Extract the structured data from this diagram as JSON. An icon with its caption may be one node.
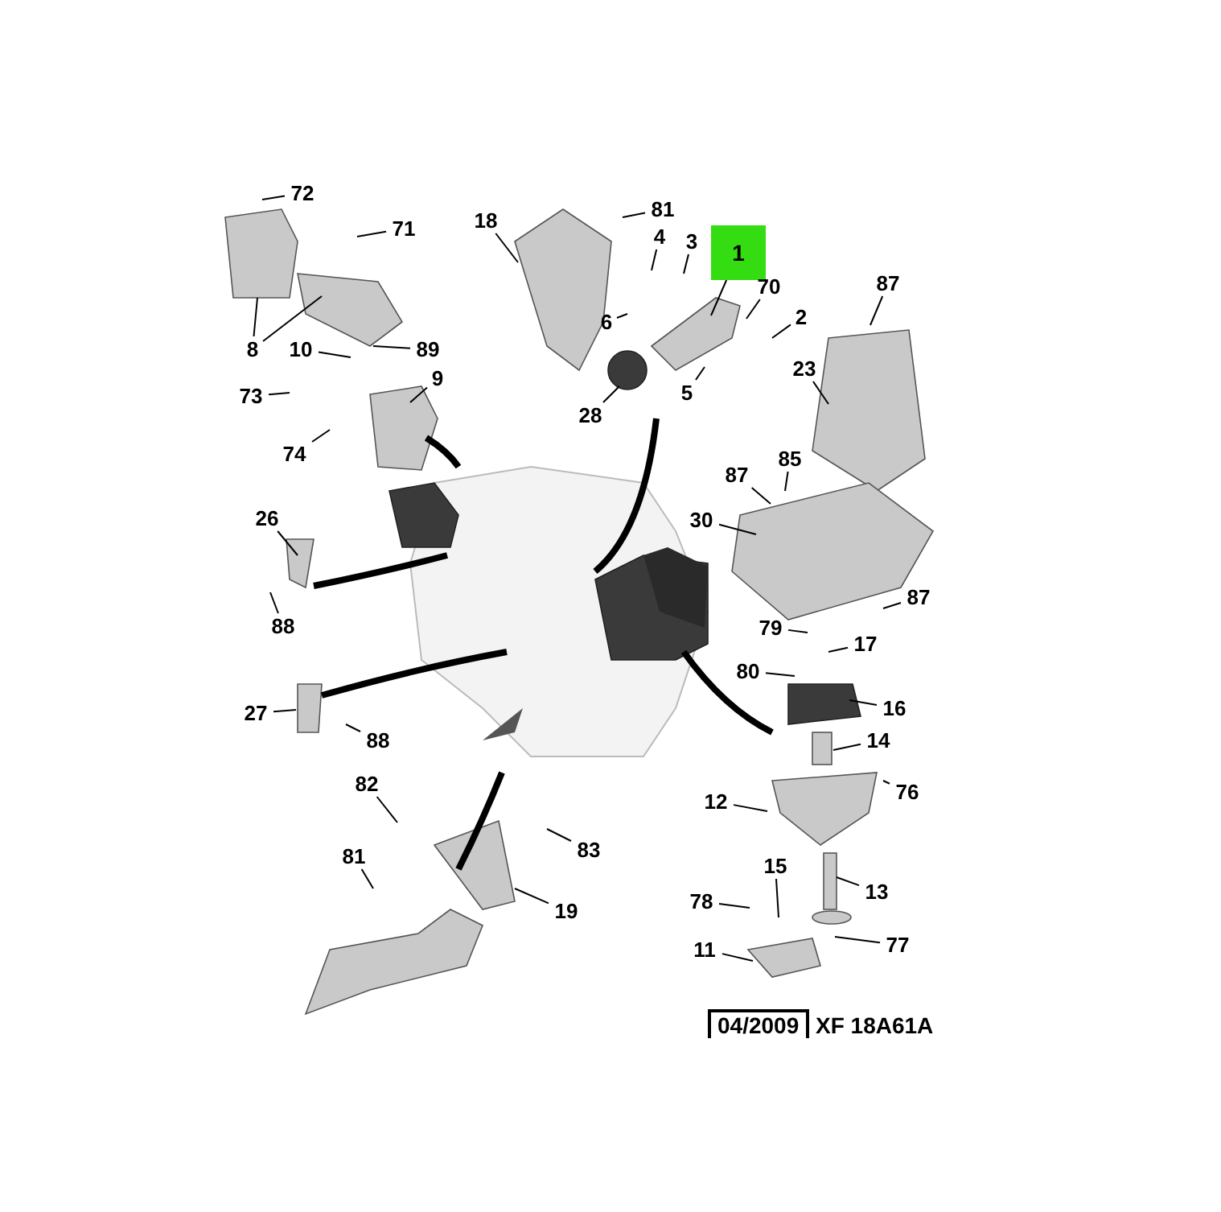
{
  "diagram": {
    "nodes": [
      {
        "text": [
          "72"
        ]
      },
      {
        "text": [
          "71"
        ]
      },
      {
        "text": [
          "8"
        ]
      },
      {
        "text": [
          "10"
        ]
      },
      {
        "text": [
          "89"
        ]
      },
      {
        "text": [
          "9"
        ]
      },
      {
        "text": [
          "73"
        ]
      },
      {
        "text": [
          "74"
        ]
      },
      {
        "text": [
          "18"
        ]
      },
      {
        "text": [
          "81"
        ]
      },
      {
        "text": [
          "4"
        ]
      },
      {
        "text": [
          "3"
        ]
      },
      {
        "text": [
          "1"
        ]
      },
      {
        "text": [
          "70"
        ]
      },
      {
        "text": [
          "2"
        ]
      },
      {
        "text": [
          "6"
        ]
      },
      {
        "text": [
          "5"
        ]
      },
      {
        "text": [
          "28"
        ]
      },
      {
        "text": [
          "23"
        ]
      },
      {
        "text": [
          "87"
        ]
      },
      {
        "text": [
          "87"
        ]
      },
      {
        "text": [
          "85"
        ]
      },
      {
        "text": [
          "30"
        ]
      },
      {
        "text": [
          "87"
        ]
      },
      {
        "text": [
          "79"
        ]
      },
      {
        "text": [
          "17"
        ]
      },
      {
        "text": [
          "80"
        ]
      },
      {
        "text": [
          "16"
        ]
      },
      {
        "text": [
          "14"
        ]
      },
      {
        "text": [
          "76"
        ]
      },
      {
        "text": [
          "12"
        ]
      },
      {
        "text": [
          "13"
        ]
      },
      {
        "text": [
          "15"
        ]
      },
      {
        "text": [
          "78"
        ]
      },
      {
        "text": [
          "77"
        ]
      },
      {
        "text": [
          "11"
        ]
      },
      {
        "text": [
          "26"
        ]
      },
      {
        "text": [
          "88"
        ]
      },
      {
        "text": [
          "27"
        ]
      },
      {
        "text": [
          "88"
        ]
      },
      {
        "text": [
          "82"
        ]
      },
      {
        "text": [
          "83"
        ]
      },
      {
        "text": [
          "81"
        ]
      },
      {
        "text": [
          "19"
        ]
      }
    ],
    "edges": [
      {
        "from": 0,
        "to": null,
        "arrow": "none"
      },
      {
        "from": 1,
        "to": null,
        "arrow": "none"
      },
      {
        "from": 2,
        "to": null,
        "arrow": "none"
      },
      {
        "from": 2,
        "to": null,
        "arrow": "none"
      },
      {
        "from": 3,
        "to": null,
        "arrow": "none"
      },
      {
        "from": 4,
        "to": null,
        "arrow": "none"
      },
      {
        "from": 5,
        "to": null,
        "arrow": "none"
      },
      {
        "from": 6,
        "to": null,
        "arrow": "none"
      },
      {
        "from": 7,
        "to": null,
        "arrow": "none"
      },
      {
        "from": 8,
        "to": null,
        "arrow": "none"
      },
      {
        "from": 9,
        "to": null,
        "arrow": "none"
      },
      {
        "from": 10,
        "to": null,
        "arrow": "none"
      },
      {
        "from": 11,
        "to": null,
        "arrow": "none"
      },
      {
        "from": 12,
        "to": null,
        "arrow": "none"
      },
      {
        "from": 13,
        "to": null,
        "arrow": "none"
      },
      {
        "from": 14,
        "to": null,
        "arrow": "none"
      },
      {
        "from": 15,
        "to": null,
        "arrow": "none"
      },
      {
        "from": 16,
        "to": null,
        "arrow": "none"
      },
      {
        "from": 17,
        "to": null,
        "arrow": "none"
      },
      {
        "from": 18,
        "to": null,
        "arrow": "none"
      },
      {
        "from": 19,
        "to": null,
        "arrow": "none"
      },
      {
        "from": 20,
        "to": null,
        "arrow": "none"
      },
      {
        "from": 21,
        "to": null,
        "arrow": "none"
      },
      {
        "from": 22,
        "to": null,
        "arrow": "none"
      },
      {
        "from": 23,
        "to": null,
        "arrow": "none"
      },
      {
        "from": 24,
        "to": null,
        "arrow": "none"
      },
      {
        "from": 25,
        "to": null,
        "arrow": "none"
      },
      {
        "from": 26,
        "to": null,
        "arrow": "none"
      },
      {
        "from": 27,
        "to": null,
        "arrow": "none"
      },
      {
        "from": 28,
        "to": null,
        "arrow": "none"
      },
      {
        "from": 29,
        "to": null,
        "arrow": "none"
      },
      {
        "from": 30,
        "to": null,
        "arrow": "none"
      },
      {
        "from": 31,
        "to": null,
        "arrow": "none"
      },
      {
        "from": 32,
        "to": null,
        "arrow": "none"
      },
      {
        "from": 33,
        "to": null,
        "arrow": "none"
      },
      {
        "from": 34,
        "to": null,
        "arrow": "none"
      },
      {
        "from": 35,
        "to": null,
        "arrow": "none"
      },
      {
        "from": 36,
        "to": null,
        "arrow": "none"
      },
      {
        "from": 37,
        "to": null,
        "arrow": "none"
      },
      {
        "from": 38,
        "to": null,
        "arrow": "none"
      },
      {
        "from": 39,
        "to": null,
        "arrow": "none"
      },
      {
        "from": 40,
        "to": null,
        "arrow": "none"
      },
      {
        "from": 41,
        "to": null,
        "arrow": "none"
      },
      {
        "from": 42,
        "to": null,
        "arrow": "none"
      },
      {
        "from": 43,
        "to": null,
        "arrow": "none"
      }
    ],
    "labels": [
      "04/2009",
      "XF 18A61A"
    ]
  }
}
